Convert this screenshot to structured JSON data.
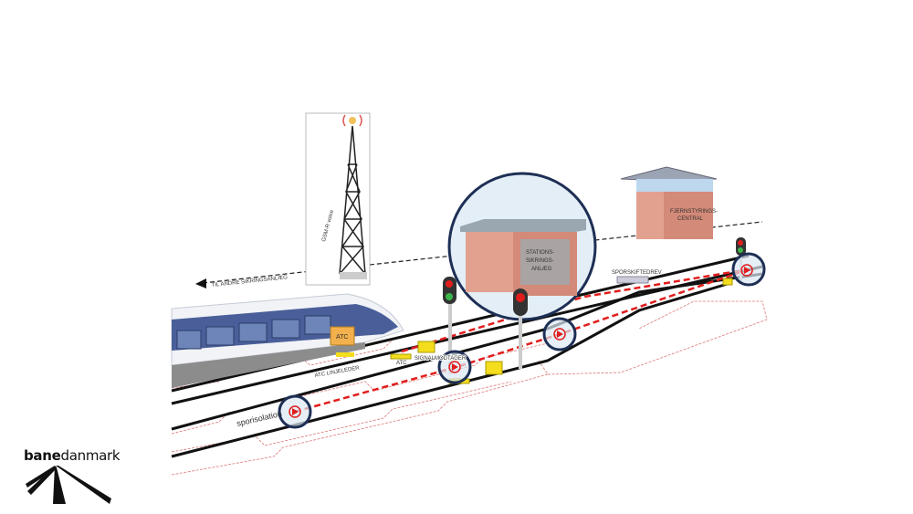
{
  "diagram": {
    "labels": {
      "to_other": "TIL ANDRE SIKRINGSANLÆG",
      "gsmr": "GSM-R voice",
      "station_1": "STATIONS-",
      "station_2": "SIKRINGS-",
      "station_3": "ANLÆG",
      "central_1": "FJERNSTYRINGS-",
      "central_2": "CENTRAL",
      "point_machine": "SPORSKIFTEDREV",
      "atc_train": "ATC",
      "atc_line": "ATC LINJELEDER",
      "atc_track": "ATC",
      "signal_receiver": "SIGNALMODTAGER",
      "track_circuit": "sporisolation"
    }
  },
  "logo": {
    "bold": "bane",
    "regular": "danmark"
  },
  "colors": {
    "signal_red": "#e11d1d",
    "circle_navy": "#1e2f55",
    "building": "#d98f7e",
    "atc_box": "#f2b14d",
    "balise": "#f3dd1c"
  }
}
